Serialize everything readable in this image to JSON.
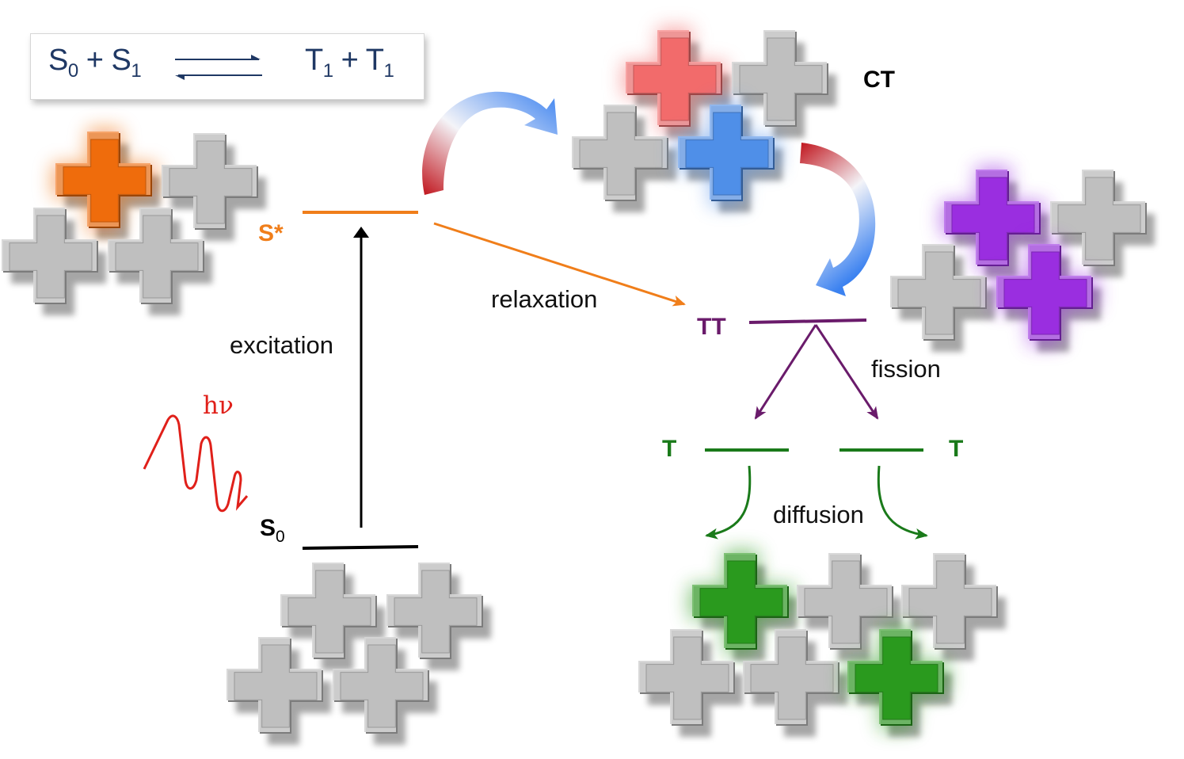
{
  "equation": {
    "left": {
      "s0": "S",
      "s0_sub": "0",
      "plus": "+",
      "s1": "S",
      "s1_sub": "1"
    },
    "right": {
      "t1": "T",
      "t1_sub": "1",
      "plus": "+",
      "t2": "T",
      "t2_sub": "1"
    }
  },
  "levels": {
    "s_star": "S*",
    "s0": "S",
    "s0_sub": "0",
    "tt": "TT",
    "t_left": "T",
    "t_right": "T",
    "ct": "CT"
  },
  "process_labels": {
    "excitation": "excitation",
    "relaxation": "relaxation",
    "fission": "fission",
    "diffusion": "diffusion",
    "photon": "hν"
  },
  "colors": {
    "equation_text": "#1f3864",
    "s_star": "#f07e1a",
    "tt": "#6a1b6b",
    "triplet": "#1a7a1a",
    "photon": "#e0201a",
    "molecule_gray": "#bfbfbf",
    "molecule_orange": "#ef6c0c",
    "molecule_red": "#f26b6b",
    "molecule_blue": "#4f8fe8",
    "molecule_purple": "#9a2ee0",
    "molecule_green": "#2a9a1e"
  }
}
